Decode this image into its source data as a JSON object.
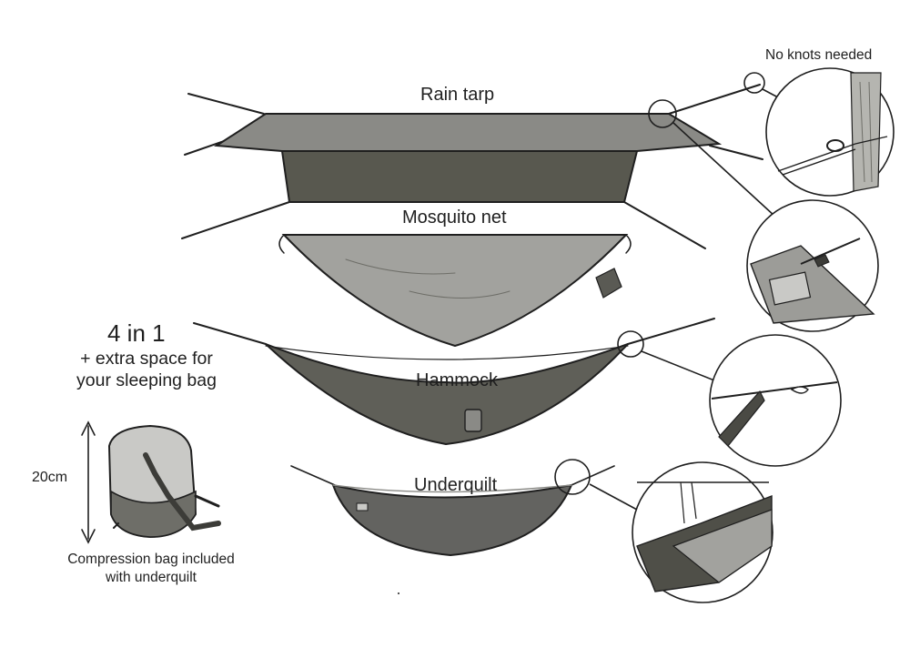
{
  "labels": {
    "rain_tarp": "Rain tarp",
    "mosquito_net": "Mosquito net",
    "hammock": "Hammock",
    "underquilt": "Underquilt",
    "no_knots": "No knots needed",
    "headline": "4 in 1",
    "extra_space_line1": "+ extra space for",
    "extra_space_line2": "your sleeping bag",
    "size": "20cm",
    "caption_line1": "Compression bag included",
    "caption_line2": "with underquilt"
  },
  "colors": {
    "ink": "#1f1f1f",
    "tarp_top": "#8a8a86",
    "tarp_front": "#58584f",
    "net": "#a2a29e",
    "hammock": "#5f5f58",
    "underquilt": "#636360",
    "bag_light": "#c9c9c6"
  }
}
